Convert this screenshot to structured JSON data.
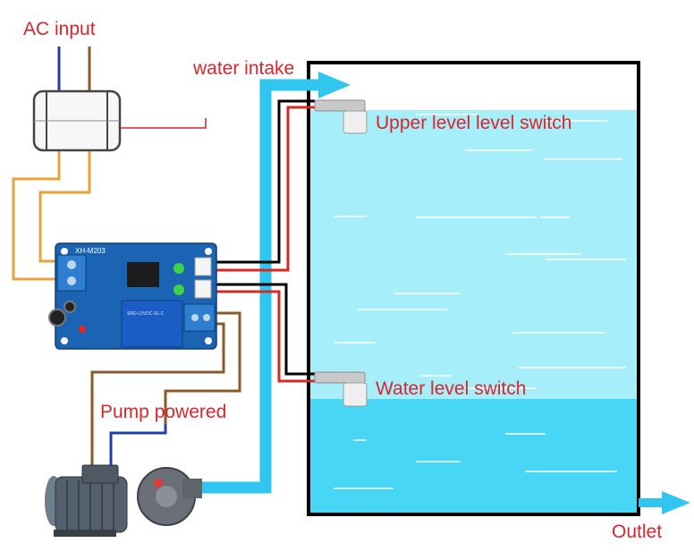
{
  "labels": {
    "ac_input": "AC input",
    "water_intake": "water intake",
    "upper_switch": "Upper level level switch",
    "lower_switch": "Water level switch",
    "pump_powered": "Pump powered",
    "outlet": "Outlet"
  },
  "board": {
    "model": "XH-M203",
    "relay_text": "SRD-12VDC-SL-C"
  },
  "colors": {
    "label_red": "#d9262c",
    "tank_frame": "#000000",
    "water_light": "#a6effa",
    "water_dark": "#47d6f5",
    "pipe": "#30c6f0",
    "wire_orange": "#e8a23a",
    "wire_brown": "#8a5a2b",
    "wire_blue": "#1e3fa8",
    "wire_red": "#d42a1f",
    "board_blue": "#1b64b3"
  }
}
